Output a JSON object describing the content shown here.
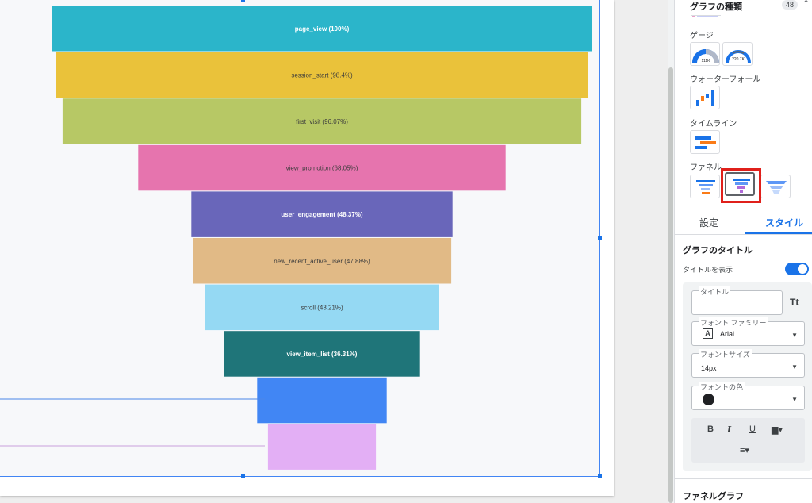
{
  "chart_data": {
    "type": "bar",
    "subtype": "funnel",
    "categories": [
      "page_view",
      "session_start",
      "first_visit",
      "view_promotion",
      "user_engagement",
      "new_recent_active_user",
      "scroll",
      "view_item_list",
      "",
      ""
    ],
    "percent_labels": [
      "page_view (100%)",
      "session_start (98.4%)",
      "first_visit (96.07%)",
      "view_promotion (68.05%)",
      "user_engagement (48.37%)",
      "new_recent_active_user (47.88%)",
      "scroll (43.21%)",
      "view_item_list (36.31%)",
      "",
      ""
    ],
    "values": [
      100,
      98.4,
      96.07,
      68.05,
      48.37,
      47.88,
      43.21,
      36.31,
      24,
      20
    ],
    "colors": [
      "#2bb5ca",
      "#eac23a",
      "#b7c865",
      "#e674ae",
      "#6966ba",
      "#e1ba86",
      "#95d9f3",
      "#1f7579",
      "#4186f4",
      "#e3aff5"
    ],
    "label_colors": [
      "#ffffff",
      "#3c3c3c",
      "#3c3c3c",
      "#3c3c3c",
      "#ffffff",
      "#3c3c3c",
      "#3c3c3c",
      "#ffffff",
      "#ffffff",
      "#3c3c3c"
    ],
    "bold_labels": [
      true,
      false,
      false,
      false,
      true,
      false,
      false,
      true,
      false,
      false
    ],
    "title": "",
    "xlabel": "",
    "ylabel": "",
    "grid": false,
    "legend": "none"
  },
  "panel": {
    "chart_type_header": "グラフの種類",
    "count": "48",
    "gauge_label": "ゲージ",
    "gauge1_value": "111K",
    "gauge2_value": "220.7K",
    "waterfall_label": "ウォーターフォール",
    "timeline_label": "タイムライン",
    "funnel_label": "ファネル",
    "tabs": {
      "setup": "設定",
      "style": "スタイル"
    },
    "chart_title_section": "グラフのタイトル",
    "show_title_label": "タイトルを表示",
    "title_field_label": "タイトル",
    "font_family_label": "フォント ファミリー",
    "font_family_value": "Arial",
    "font_size_label": "フォントサイズ",
    "font_size_value": "14px",
    "font_color_label": "フォントの色",
    "font_color": "#202124",
    "funnel_section": "ファネルグラフ"
  },
  "icons": {
    "bold": "B",
    "italic": "I",
    "underline": "U",
    "fill": "▆▾",
    "align": "≡▾",
    "dropdown": "▼",
    "text_style": "Tt",
    "font_a": "A",
    "collapse": "⌃"
  }
}
